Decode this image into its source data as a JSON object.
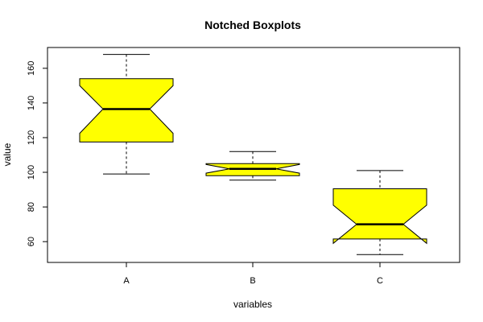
{
  "chart_data": {
    "type": "boxplot",
    "title": "Notched Boxplots",
    "xlabel": "variables",
    "ylabel": "value",
    "categories": [
      "A",
      "B",
      "C"
    ],
    "ylim": [
      48,
      172
    ],
    "yticks": [
      60,
      80,
      100,
      120,
      140,
      160
    ],
    "boxes": [
      {
        "name": "A",
        "min": 99,
        "q1": 117.5,
        "median": 136.5,
        "q3": 154,
        "max": 168,
        "notch_low": 122.5,
        "notch_high": 150
      },
      {
        "name": "B",
        "min": 95.5,
        "q1": 98,
        "median": 102,
        "q3": 105,
        "max": 112,
        "notch_low": 99.5,
        "notch_high": 104.5
      },
      {
        "name": "C",
        "min": 52.5,
        "q1": 61.5,
        "median": 70,
        "q3": 90.5,
        "max": 101,
        "notch_low": 59,
        "notch_high": 81
      }
    ],
    "colors": {
      "box_fill": "#ffff00",
      "box_stroke": "#000000"
    },
    "grid": false
  }
}
